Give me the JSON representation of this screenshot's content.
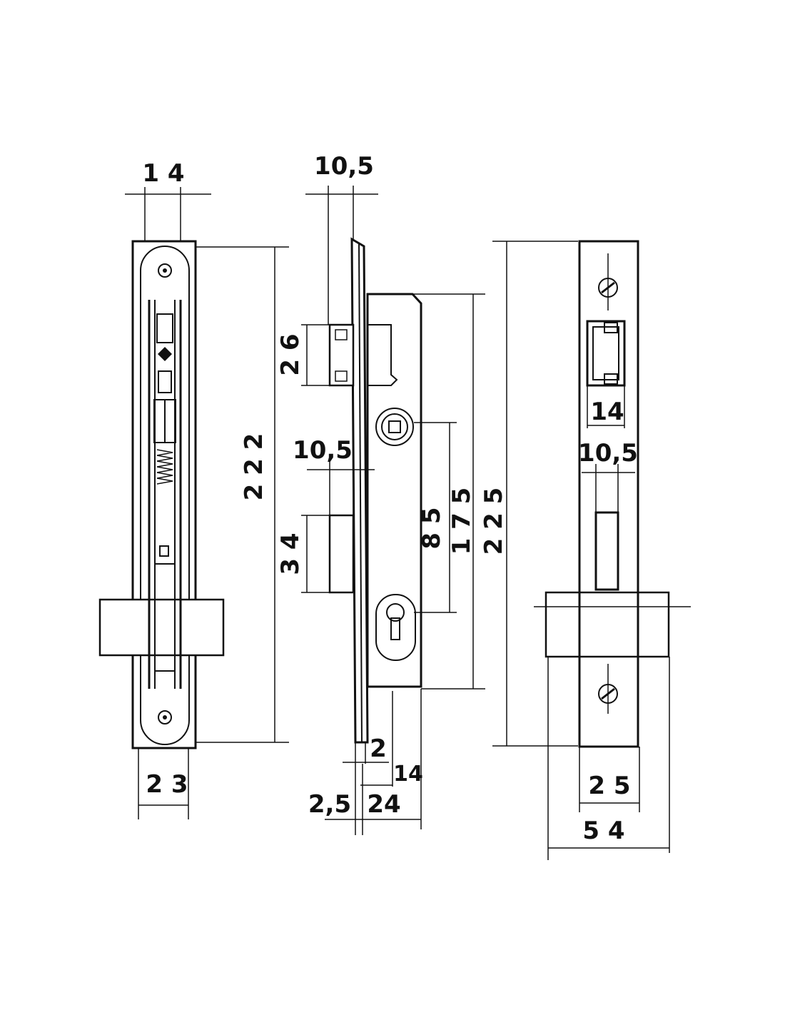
{
  "views": {
    "left": {
      "dim_top": "1 4",
      "dim_height": "2 2 2",
      "dim_bottom": "2 3"
    },
    "middle": {
      "dim_top": "10,5",
      "dim_latch": "2 6",
      "dim_bolt_offset": "10,5",
      "dim_bolt": "3 4",
      "dim_centers": "8 5",
      "dim_case_height": "1 7 5",
      "dim_faceplate_height": "2 2 5",
      "dim_face_thickness": "2",
      "dim_backset_small": "14",
      "dim_plate": "2,5",
      "dim_case_depth": "24"
    },
    "right": {
      "dim_latch_width": "14",
      "dim_bolt_width": "10,5",
      "dim_plate_width": "2 5",
      "dim_overall_width": "5 4"
    }
  }
}
